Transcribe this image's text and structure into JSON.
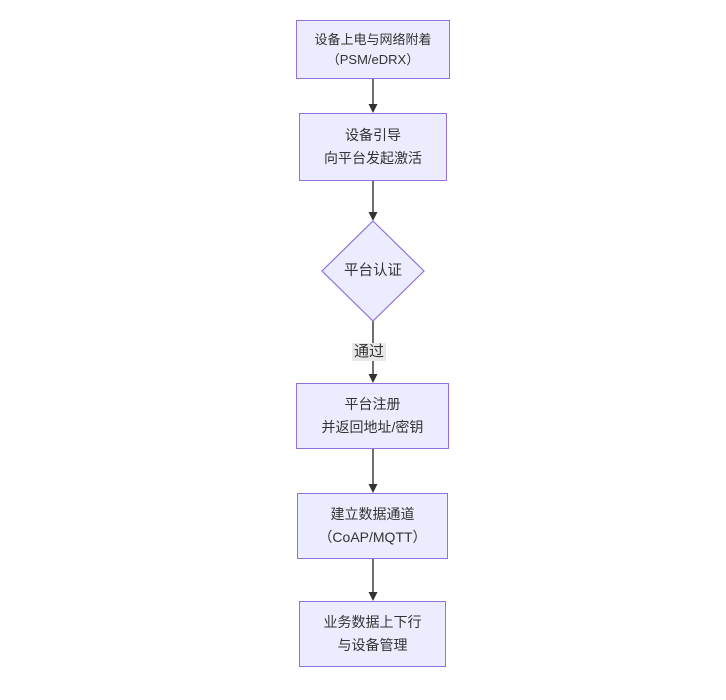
{
  "colors": {
    "canvas-bg": "#ffffff",
    "node-fill": "#ececff",
    "node-border": "#9370db",
    "edge": "#333333",
    "text": "#333333",
    "edge-label-bg": "#e8e8e8"
  },
  "flowchart": {
    "nodes": [
      {
        "id": "power-attach",
        "shape": "rect",
        "lines": [
          "设备上电与网络附着",
          "（PSM/eDRX）"
        ]
      },
      {
        "id": "bootstrap",
        "shape": "rect",
        "lines": [
          "设备引导",
          "向平台发起激活"
        ]
      },
      {
        "id": "platform-auth",
        "shape": "diamond",
        "lines": [
          "平台认证"
        ]
      },
      {
        "id": "platform-register",
        "shape": "rect",
        "lines": [
          "平台注册",
          "并返回地址/密钥"
        ]
      },
      {
        "id": "data-channel",
        "shape": "rect",
        "lines": [
          "建立数据通道",
          "（CoAP/MQTT）"
        ]
      },
      {
        "id": "business-data",
        "shape": "rect",
        "lines": [
          "业务数据上下行",
          "与设备管理"
        ]
      }
    ],
    "edge_labels": {
      "auth-pass": "通过"
    }
  }
}
